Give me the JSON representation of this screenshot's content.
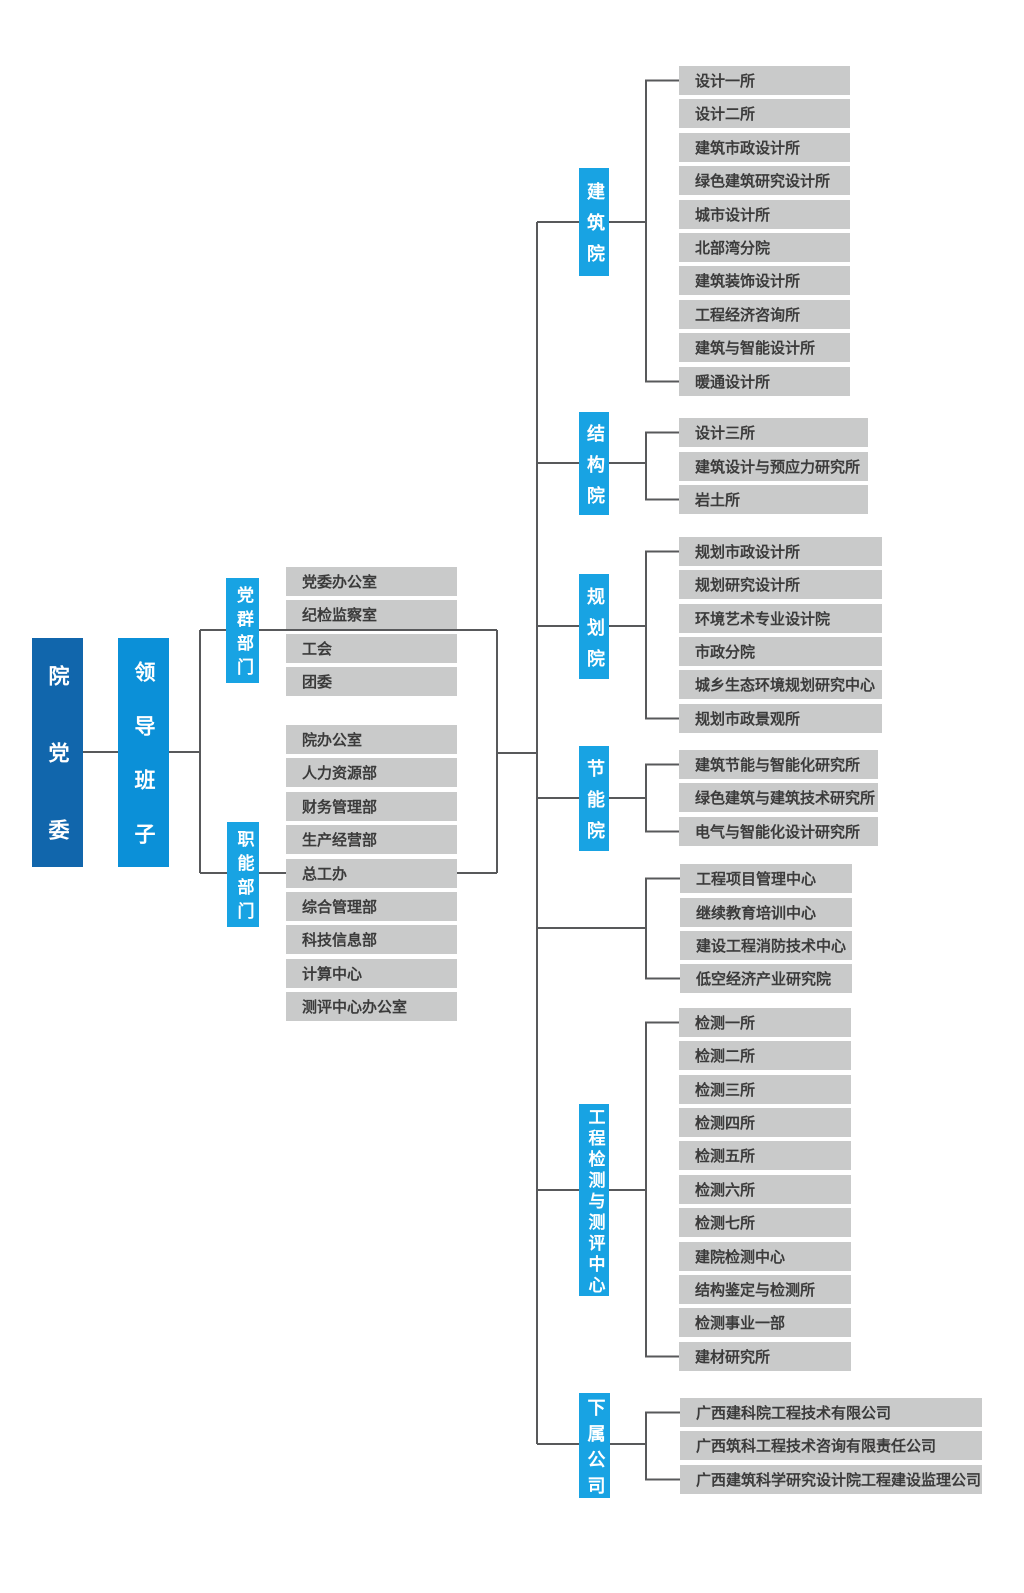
{
  "palette": {
    "root_blue": "#1166ac",
    "leadership_blue": "#0b90d8",
    "label_blue": "#18a3e3",
    "item_gray": "#c9caca",
    "line_gray": "#58595b",
    "item_text": "#3b3b3b",
    "label_text": "#ffffff"
  },
  "root": {
    "label": "院党委"
  },
  "leadership": {
    "label": "领导班子"
  },
  "left_groups": [
    {
      "label": "党群部门",
      "items": [
        "党委办公室",
        "纪检监察室",
        "工会",
        "团委"
      ]
    },
    {
      "label": "职能部门",
      "items": [
        "院办公室",
        "人力资源部",
        "财务管理部",
        "生产经营部",
        "总工办",
        "综合管理部",
        "科技信息部",
        "计算中心",
        "测评中心办公室"
      ]
    }
  ],
  "right_groups": [
    {
      "label": "建筑院",
      "items": [
        "设计一所",
        "设计二所",
        "建筑市政设计所",
        "绿色建筑研究设计所",
        "城市设计所",
        "北部湾分院",
        "建筑装饰设计所",
        "工程经济咨询所",
        "建筑与智能设计所",
        "暖通设计所"
      ]
    },
    {
      "label": "结构院",
      "items": [
        "设计三所",
        "建筑设计与预应力研究所",
        "岩土所"
      ]
    },
    {
      "label": "规划院",
      "items": [
        "规划市政设计所",
        "规划研究设计所",
        "环境艺术专业设计院",
        "市政分院",
        "城乡生态环境规划研究中心",
        "规划市政景观所"
      ]
    },
    {
      "label": "节能院",
      "items": [
        "建筑节能与智能化研究所",
        "绿色建筑与建筑技术研究所",
        "电气与智能化设计研究所"
      ]
    },
    {
      "label": "",
      "items": [
        "工程项目管理中心",
        "继续教育培训中心",
        "建设工程消防技术中心",
        "低空经济产业研究院"
      ]
    },
    {
      "label": "工程检测与测评中心",
      "items": [
        "检测一所",
        "检测二所",
        "检测三所",
        "检测四所",
        "检测五所",
        "检测六所",
        "检测七所",
        "建院检测中心",
        "结构鉴定与检测所",
        "检测事业一部",
        "建材研究所"
      ]
    },
    {
      "label": "下属公司",
      "items": [
        "广西建科院工程技术有限公司",
        "广西筑科工程技术咨询有限责任公司",
        "广西建筑科学研究设计院工程建设监理公司"
      ]
    }
  ]
}
